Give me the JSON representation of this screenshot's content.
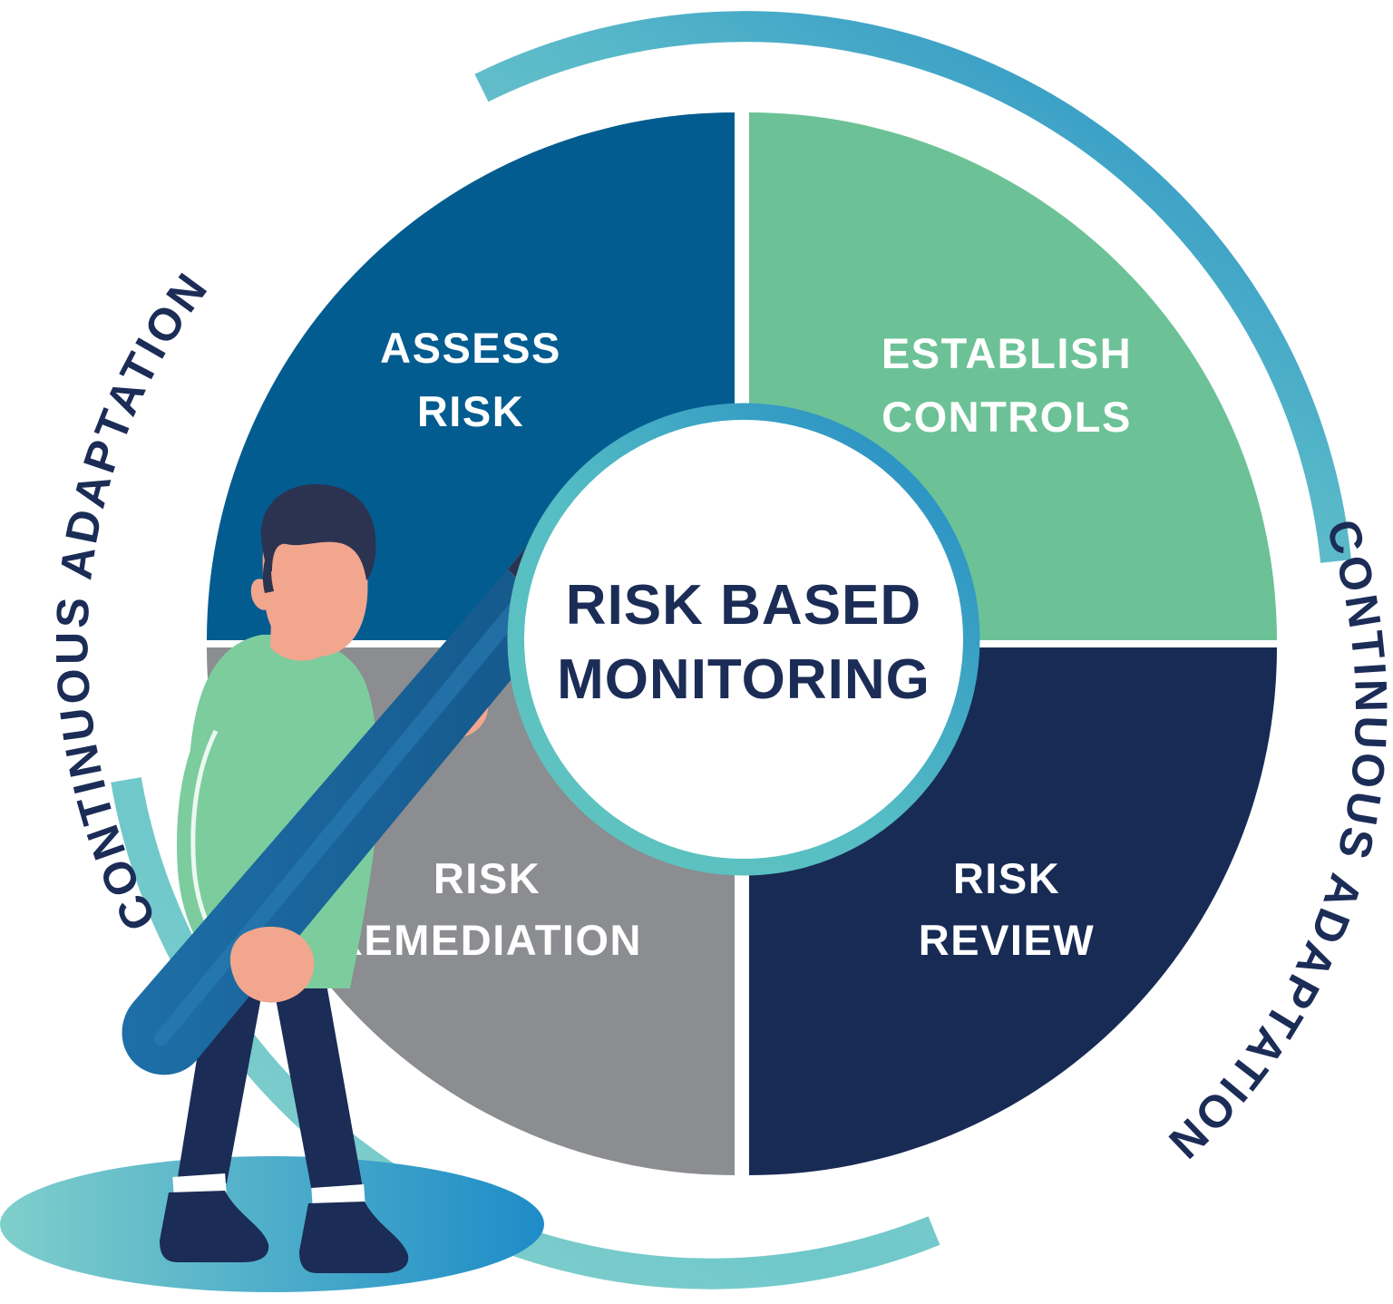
{
  "diagram": {
    "title": "Risk Based Monitoring cycle diagram",
    "center": {
      "line1": "RISK BASED",
      "line2": "MONITORING"
    },
    "quadrants": [
      {
        "id": "assess-risk",
        "position": "top-left",
        "line1": "ASSESS",
        "line2": "RISK",
        "color": "#025C8F"
      },
      {
        "id": "establish-controls",
        "position": "top-right",
        "line1": "ESTABLISH",
        "line2": "CONTROLS",
        "color": "#6CC296"
      },
      {
        "id": "risk-review",
        "position": "bottom-right",
        "line1": "RISK",
        "line2": "REVIEW",
        "color": "#182B55"
      },
      {
        "id": "risk-remediation",
        "position": "bottom-left",
        "line1": "RISK",
        "line2": "REMEDIATION",
        "color": "#8B8D90"
      }
    ],
    "outer_arcs": {
      "left_label": "CONTINUOUS ADAPTATION",
      "right_label": "CONTINUOUS ADAPTATION"
    },
    "colors": {
      "navy_text": "#1b2c56",
      "assess_blue": "#025C8F",
      "controls_green": "#6CC296",
      "review_navy": "#182B55",
      "remediation_grey": "#8B8D90",
      "ring_teal": "#62C5BE",
      "ring_blue": "#2188C4",
      "arc_light_teal": "#8CD0CB",
      "arc_blue": "#2188C4",
      "pencil_blue": "#1B6FA8",
      "pencil_dark": "#15578A",
      "skin": "#F2A68E",
      "hair_navy": "#2B3350",
      "sweater_green": "#7DCC9E",
      "pants_navy": "#1B2C56",
      "shadow_teal": "#6BC8C4"
    },
    "character": {
      "name": "person-with-pencil-illustration"
    }
  }
}
